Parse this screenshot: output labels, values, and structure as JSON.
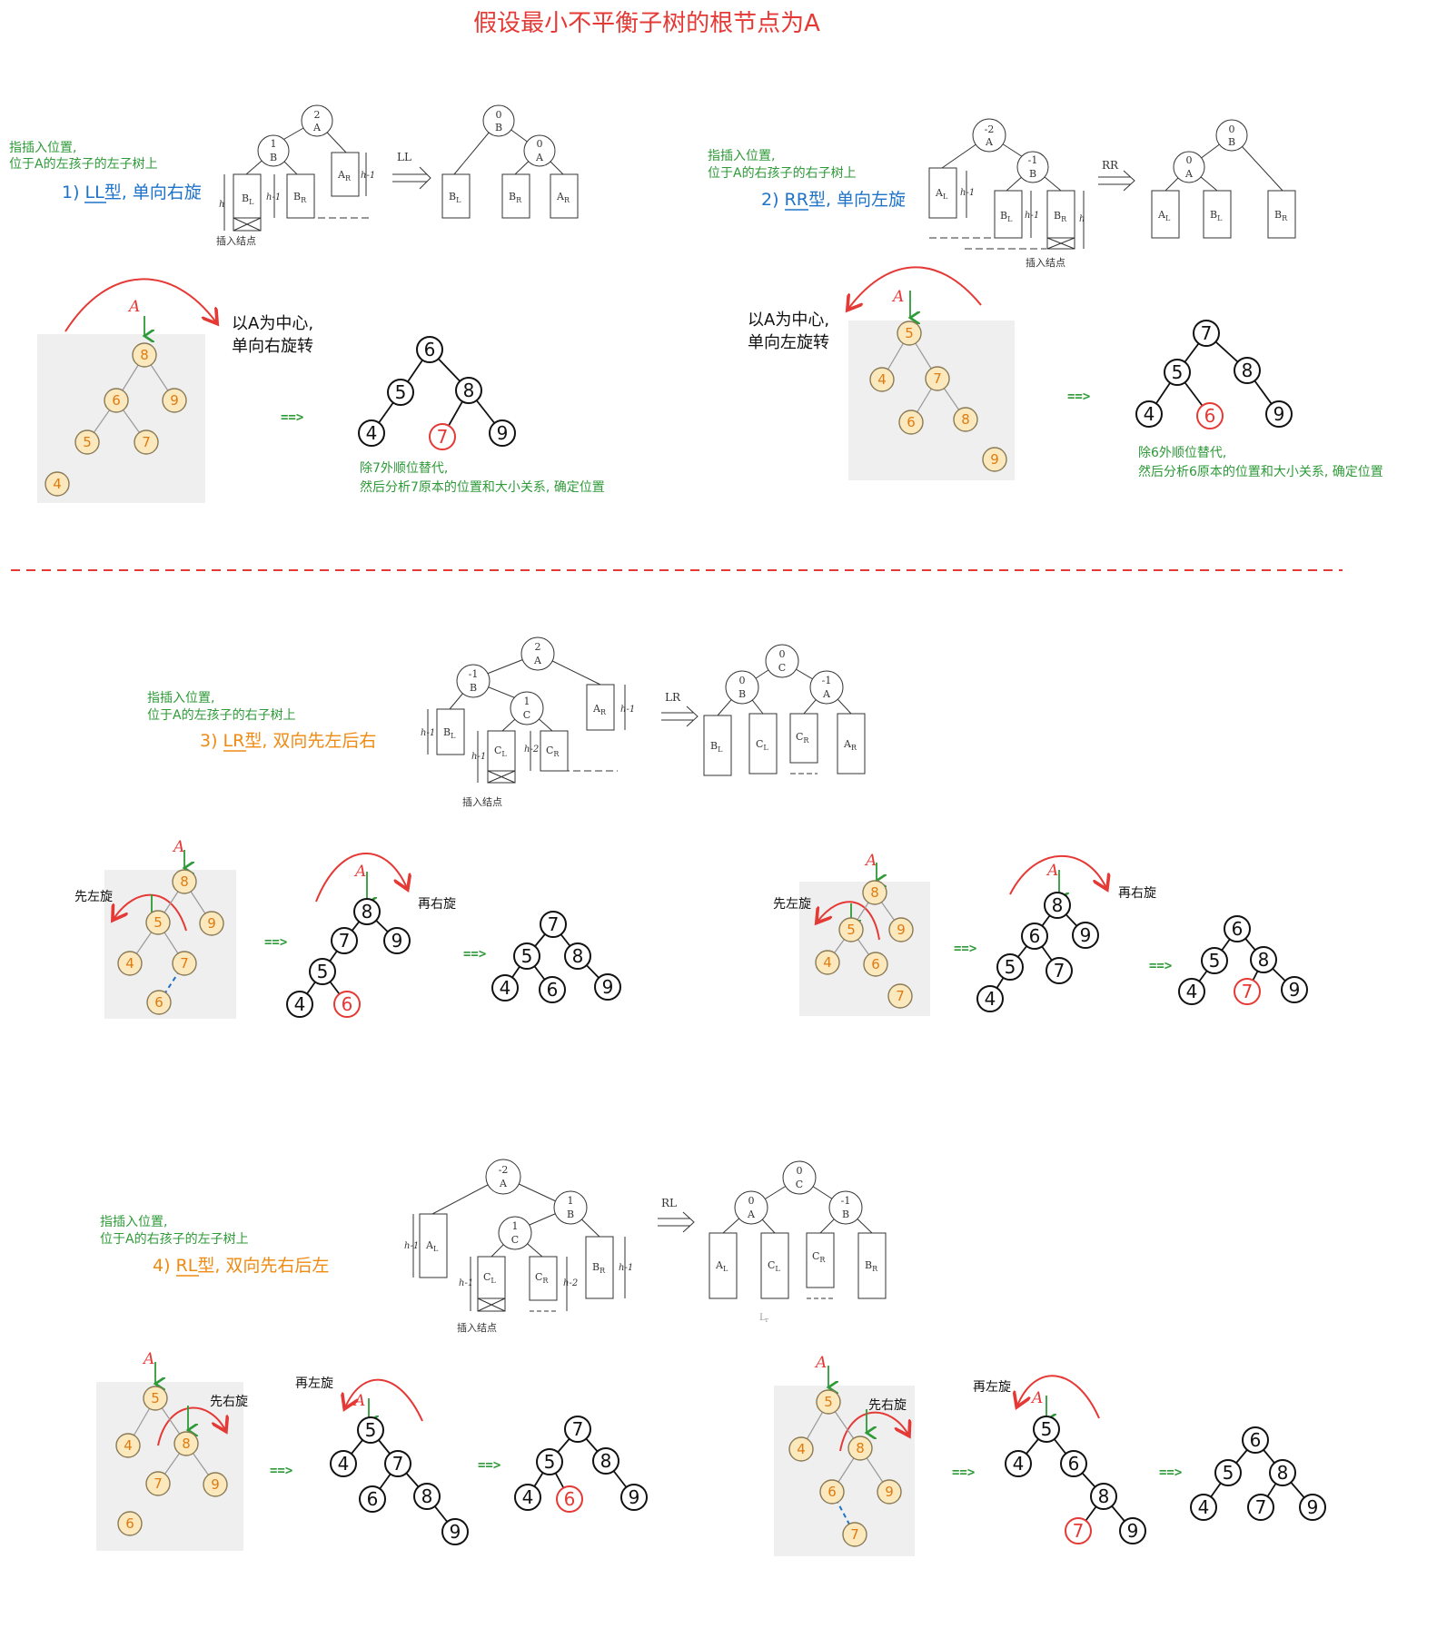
{
  "title": "假设最小不平衡子树的根节点为A",
  "cases": [
    {
      "note_line1": "指插入位置,",
      "note_line2": "位于A的左孩子的左子树上",
      "heading": "1) LL型, 单向右旋",
      "rot_label": "LL",
      "insert_label": "插入结点",
      "example_caption_1": "以A为中心,",
      "example_caption_2": "单向右旋转",
      "result_line1": "除7外顺位替代,",
      "result_line2": "然后分析7原本的位置和大小关系, 确定位置"
    },
    {
      "note_line1": "指插入位置,",
      "note_line2": "位于A的右孩子的右子树上",
      "heading": "2) RR型, 单向左旋",
      "rot_label": "RR",
      "insert_label": "插入结点",
      "example_caption_1": "以A为中心,",
      "example_caption_2": "单向左旋转",
      "result_line1": "除6外顺位替代,",
      "result_line2": "然后分析6原本的位置和大小关系, 确定位置"
    },
    {
      "note_line1": "指插入位置,",
      "note_line2": "位于A的左孩子的右子树上",
      "heading": "3) LR型, 双向先左后右",
      "rot_label": "LR",
      "insert_label": "插入结点",
      "step1": "先左旋",
      "step2": "再右旋"
    },
    {
      "note_line1": "指插入位置,",
      "note_line2": "位于A的右孩子的左子树上",
      "heading": "4) RL型, 双向先右后左",
      "rot_label": "RL",
      "insert_label": "插入结点",
      "step1": "先右旋",
      "step2": "再左旋"
    }
  ],
  "arrow_text": "==>",
  "root_marker": "A",
  "colors": {
    "red": "#e53935",
    "green": "#2e9a38",
    "blue": "#1e73c8",
    "orange": "#ef8a12",
    "panel": "#efefef",
    "node_fill": "#fbe9bd"
  },
  "examples": [
    {
      "nodes": [
        {
          "id": "e1a",
          "v": "8",
          "s": "y"
        },
        {
          "id": "e1b",
          "v": "6",
          "s": "y"
        },
        {
          "id": "e1c",
          "v": "9",
          "s": "y"
        },
        {
          "id": "e1d",
          "v": "5",
          "s": "y"
        },
        {
          "id": "e1e",
          "v": "7",
          "s": "y"
        },
        {
          "id": "e1f",
          "v": "4",
          "s": "y"
        },
        {
          "id": "r1a",
          "v": "6",
          "s": "w"
        },
        {
          "id": "r1b",
          "v": "5",
          "s": "w"
        },
        {
          "id": "r1c",
          "v": "8",
          "s": "w"
        },
        {
          "id": "r1d",
          "v": "4",
          "s": "w"
        },
        {
          "id": "r1e",
          "v": "7",
          "s": "r"
        },
        {
          "id": "r1f",
          "v": "9",
          "s": "w"
        }
      ]
    },
    {
      "nodes": [
        {
          "id": "e2a",
          "v": "5",
          "s": "y"
        },
        {
          "id": "e2b",
          "v": "4",
          "s": "y"
        },
        {
          "id": "e2c",
          "v": "7",
          "s": "y"
        },
        {
          "id": "e2d",
          "v": "6",
          "s": "y"
        },
        {
          "id": "e2e",
          "v": "8",
          "s": "y"
        },
        {
          "id": "e2f",
          "v": "9",
          "s": "y"
        },
        {
          "id": "r2a",
          "v": "7",
          "s": "w"
        },
        {
          "id": "r2b",
          "v": "5",
          "s": "w"
        },
        {
          "id": "r2c",
          "v": "8",
          "s": "w"
        },
        {
          "id": "r2d",
          "v": "4",
          "s": "w"
        },
        {
          "id": "r2e",
          "v": "6",
          "s": "r"
        },
        {
          "id": "r2f",
          "v": "9",
          "s": "w"
        }
      ]
    },
    {
      "nodes": [
        {
          "id": "a1",
          "v": "8",
          "s": "y"
        },
        {
          "id": "a2",
          "v": "5",
          "s": "y"
        },
        {
          "id": "a3",
          "v": "9",
          "s": "y"
        },
        {
          "id": "a4",
          "v": "4",
          "s": "y"
        },
        {
          "id": "a5",
          "v": "7",
          "s": "y"
        },
        {
          "id": "a6",
          "v": "6",
          "s": "y"
        },
        {
          "id": "b1",
          "v": "8",
          "s": "w"
        },
        {
          "id": "b2",
          "v": "7",
          "s": "w"
        },
        {
          "id": "b3",
          "v": "9",
          "s": "w"
        },
        {
          "id": "b4",
          "v": "5",
          "s": "w"
        },
        {
          "id": "b5",
          "v": "4",
          "s": "w"
        },
        {
          "id": "b6",
          "v": "6",
          "s": "r"
        },
        {
          "id": "c1",
          "v": "7",
          "s": "w"
        },
        {
          "id": "c2",
          "v": "5",
          "s": "w"
        },
        {
          "id": "c3",
          "v": "8",
          "s": "w"
        },
        {
          "id": "c4",
          "v": "4",
          "s": "w"
        },
        {
          "id": "c5",
          "v": "6",
          "s": "w"
        },
        {
          "id": "c6",
          "v": "9",
          "s": "w"
        },
        {
          "id": "d1",
          "v": "8",
          "s": "y"
        },
        {
          "id": "d2",
          "v": "5",
          "s": "y"
        },
        {
          "id": "d3",
          "v": "9",
          "s": "y"
        },
        {
          "id": "d4",
          "v": "4",
          "s": "y"
        },
        {
          "id": "d5",
          "v": "6",
          "s": "y"
        },
        {
          "id": "d6",
          "v": "7",
          "s": "y"
        },
        {
          "id": "f1",
          "v": "8",
          "s": "w"
        },
        {
          "id": "f2",
          "v": "6",
          "s": "w"
        },
        {
          "id": "f3",
          "v": "9",
          "s": "w"
        },
        {
          "id": "f4",
          "v": "5",
          "s": "w"
        },
        {
          "id": "f5",
          "v": "7",
          "s": "w"
        },
        {
          "id": "f6",
          "v": "4",
          "s": "w"
        },
        {
          "id": "g1",
          "v": "6",
          "s": "w"
        },
        {
          "id": "g2",
          "v": "5",
          "s": "w"
        },
        {
          "id": "g3",
          "v": "8",
          "s": "w"
        },
        {
          "id": "g4",
          "v": "4",
          "s": "w"
        },
        {
          "id": "g5",
          "v": "7",
          "s": "r"
        },
        {
          "id": "g6",
          "v": "9",
          "s": "w"
        }
      ]
    },
    {
      "nodes": [
        {
          "id": "h1",
          "v": "5",
          "s": "y"
        },
        {
          "id": "h2",
          "v": "4",
          "s": "y"
        },
        {
          "id": "h3",
          "v": "8",
          "s": "y"
        },
        {
          "id": "h4",
          "v": "7",
          "s": "y"
        },
        {
          "id": "h5",
          "v": "9",
          "s": "y"
        },
        {
          "id": "h6",
          "v": "6",
          "s": "y"
        },
        {
          "id": "i1",
          "v": "5",
          "s": "w"
        },
        {
          "id": "i2",
          "v": "4",
          "s": "w"
        },
        {
          "id": "i3",
          "v": "7",
          "s": "w"
        },
        {
          "id": "i4",
          "v": "6",
          "s": "w"
        },
        {
          "id": "i5",
          "v": "8",
          "s": "w"
        },
        {
          "id": "i6",
          "v": "9",
          "s": "w"
        },
        {
          "id": "j1",
          "v": "7",
          "s": "w"
        },
        {
          "id": "j2",
          "v": "5",
          "s": "w"
        },
        {
          "id": "j3",
          "v": "8",
          "s": "w"
        },
        {
          "id": "j4",
          "v": "4",
          "s": "w"
        },
        {
          "id": "j5",
          "v": "6",
          "s": "r"
        },
        {
          "id": "j6",
          "v": "9",
          "s": "w"
        },
        {
          "id": "k1",
          "v": "5",
          "s": "y"
        },
        {
          "id": "k2",
          "v": "4",
          "s": "y"
        },
        {
          "id": "k3",
          "v": "8",
          "s": "y"
        },
        {
          "id": "k4",
          "v": "6",
          "s": "y"
        },
        {
          "id": "k5",
          "v": "9",
          "s": "y"
        },
        {
          "id": "k6",
          "v": "7",
          "s": "y"
        },
        {
          "id": "l1",
          "v": "5",
          "s": "w"
        },
        {
          "id": "l2",
          "v": "4",
          "s": "w"
        },
        {
          "id": "l3",
          "v": "6",
          "s": "w"
        },
        {
          "id": "l4",
          "v": "8",
          "s": "w"
        },
        {
          "id": "l5",
          "v": "7",
          "s": "r"
        },
        {
          "id": "l6",
          "v": "9",
          "s": "w"
        },
        {
          "id": "m1",
          "v": "6",
          "s": "w"
        },
        {
          "id": "m2",
          "v": "5",
          "s": "w"
        },
        {
          "id": "m3",
          "v": "8",
          "s": "w"
        },
        {
          "id": "m4",
          "v": "4",
          "s": "w"
        },
        {
          "id": "m5",
          "v": "7",
          "s": "w"
        },
        {
          "id": "m6",
          "v": "9",
          "s": "w"
        }
      ]
    }
  ],
  "schematic_nodes": [
    {
      "id": "s1a",
      "top": "2",
      "bot": "A"
    },
    {
      "id": "s1b",
      "top": "1",
      "bot": "B"
    },
    {
      "id": "s1c",
      "top": "0",
      "bot": "B"
    },
    {
      "id": "s1d",
      "top": "0",
      "bot": "A"
    },
    {
      "id": "s2a",
      "top": "-2",
      "bot": "A"
    },
    {
      "id": "s2b",
      "top": "-1",
      "bot": "B"
    },
    {
      "id": "s2c",
      "top": "0",
      "bot": "B"
    },
    {
      "id": "s2d",
      "top": "0",
      "bot": "A"
    },
    {
      "id": "s3a",
      "top": "2",
      "bot": "A"
    },
    {
      "id": "s3b",
      "top": "-1",
      "bot": "B"
    },
    {
      "id": "s3c",
      "top": "1",
      "bot": "C"
    },
    {
      "id": "s3d",
      "top": "0",
      "bot": "C"
    },
    {
      "id": "s3e",
      "top": "0",
      "bot": "B"
    },
    {
      "id": "s3f",
      "top": "-1",
      "bot": "A"
    },
    {
      "id": "s4a",
      "top": "-2",
      "bot": "A"
    },
    {
      "id": "s4b",
      "top": "1",
      "bot": "B"
    },
    {
      "id": "s4c",
      "top": "1",
      "bot": "C"
    },
    {
      "id": "s4d",
      "top": "0",
      "bot": "C"
    },
    {
      "id": "s4e",
      "top": "0",
      "bot": "A"
    },
    {
      "id": "s4f",
      "top": "-1",
      "bot": "B"
    }
  ],
  "subtrees": {
    "AL": "A",
    "AR": "A",
    "BL": "B",
    "BR": "B",
    "CL": "C",
    "CR": "C",
    "sub_L": "L",
    "sub_R": "R"
  },
  "height_labels": {
    "h": "h",
    "h1": "h-1",
    "h2": "h-2"
  }
}
